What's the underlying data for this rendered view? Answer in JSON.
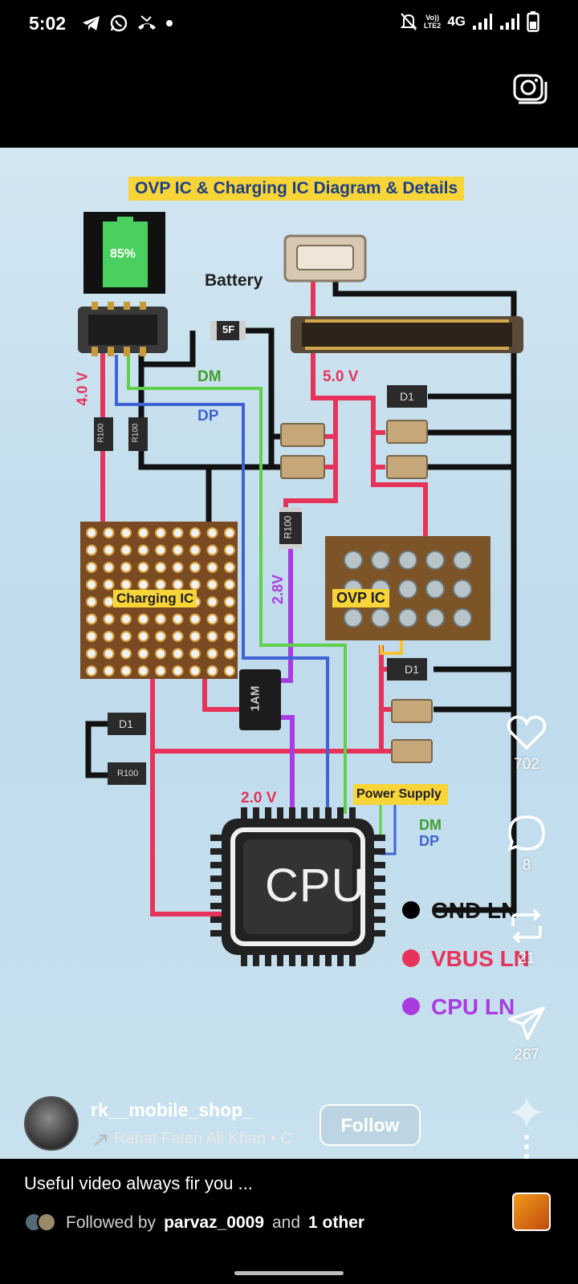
{
  "status_bar": {
    "time": "5:02",
    "network_label": "4G",
    "volte_top": "Vo))",
    "volte_bottom": "LTE2"
  },
  "diagram": {
    "title": "OVP IC & Charging IC Diagram & Details",
    "battery_percent": "85%",
    "battery_label": "Battery",
    "dm_label": "DM",
    "dp_label": "DP",
    "v40_label": "4.0 V",
    "v50_label": "5.0 V",
    "v28_label": "2.8V",
    "v20_label": "2.0 V",
    "connector_label": "5F",
    "r100_label": "R100",
    "d1_label": "D1",
    "transistor_label": "1AM",
    "charging_ic_label": "Charging IC",
    "ovp_ic_label": "OVP IC",
    "power_supply_label": "Power Supply",
    "cpu_label": "CPU",
    "cpu_dm": "DM",
    "cpu_dp": "DP",
    "legend": [
      {
        "label": "GND LN",
        "color": "#000000"
      },
      {
        "label": "VBUS LN",
        "color": "#e7335a"
      },
      {
        "label": "CPU LN",
        "color": "#a83ce0"
      }
    ],
    "colors": {
      "gnd": "#111111",
      "vbus": "#e7335a",
      "cpu": "#a83ce0",
      "dm": "#5fd04a",
      "dp": "#3f63d6",
      "yellow": "#f4c430"
    }
  },
  "actions": {
    "like_count": "702",
    "comment_count": "8",
    "repost_count": "21",
    "share_count": "267"
  },
  "author": {
    "username": "rk__mobile_shop_",
    "audio": "Rahat Fateh Ali Khan • C",
    "follow_label": "Follow"
  },
  "bottom": {
    "caption": "Useful video always fir you ...",
    "followed_prefix": "Followed by",
    "followed_user": "parvaz_0009",
    "followed_and": "and",
    "followed_other": "1 other"
  }
}
